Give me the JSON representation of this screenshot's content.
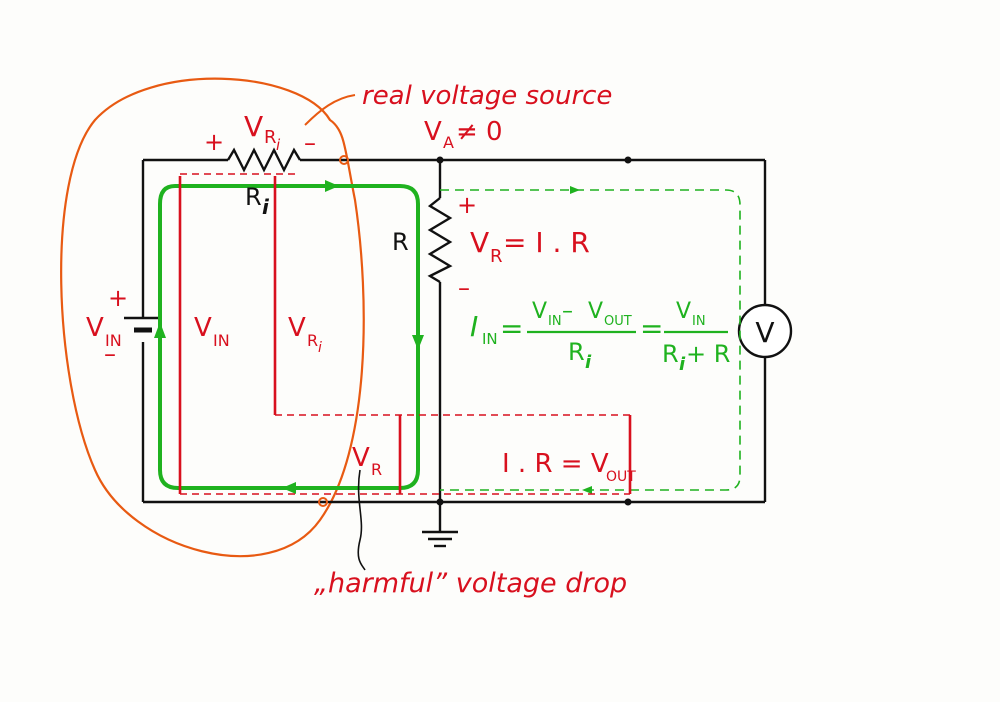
{
  "annotations": {
    "real_source": "real voltage source",
    "harmful_drop": "„harmful” voltage drop"
  },
  "labels": {
    "v_ri_top": {
      "main": "V",
      "sub": "R",
      "subsub": "i"
    },
    "plus_ri": "+",
    "minus_ri": "–",
    "ri": {
      "main": "R",
      "sub": "i"
    },
    "va": {
      "main": "V",
      "sub": "A",
      "rest": " ≠ 0"
    },
    "r": "R",
    "r_plus": "+",
    "r_minus": "–",
    "vr_eq": {
      "main": "V",
      "sub": "R",
      "rest": " = I . R"
    },
    "vin_source": {
      "main": "V",
      "sub": "IN"
    },
    "src_plus": "+",
    "src_minus": "–",
    "vin_arrow": {
      "main": "V",
      "sub": "IN"
    },
    "vri_arrow": {
      "main": "V",
      "sub": "R",
      "subsub": "i"
    },
    "vr_arrow": {
      "main": "V",
      "sub": "R"
    },
    "ir_vout": {
      "pre": "I . R = V",
      "sub": "OUT"
    },
    "voltmeter": "V"
  },
  "equation": {
    "lhs": {
      "main": "I",
      "sub": "IN",
      "eq": "="
    },
    "frac1_num": {
      "a": "V",
      "a_sub": "IN",
      "op": " – ",
      "b": "V",
      "b_sub": "OUT"
    },
    "frac1_den": {
      "main": "R",
      "sub": "i"
    },
    "eq2": "=",
    "frac2_num": {
      "main": "V",
      "sub": "IN"
    },
    "frac2_den": {
      "a": "R",
      "a_sub": "i",
      "rest": " + R"
    }
  },
  "colors": {
    "wire": "#111111",
    "red": "#d8101e",
    "green": "#1fb21f",
    "orange": "#e85a12",
    "paper": "#fdfdfb"
  }
}
